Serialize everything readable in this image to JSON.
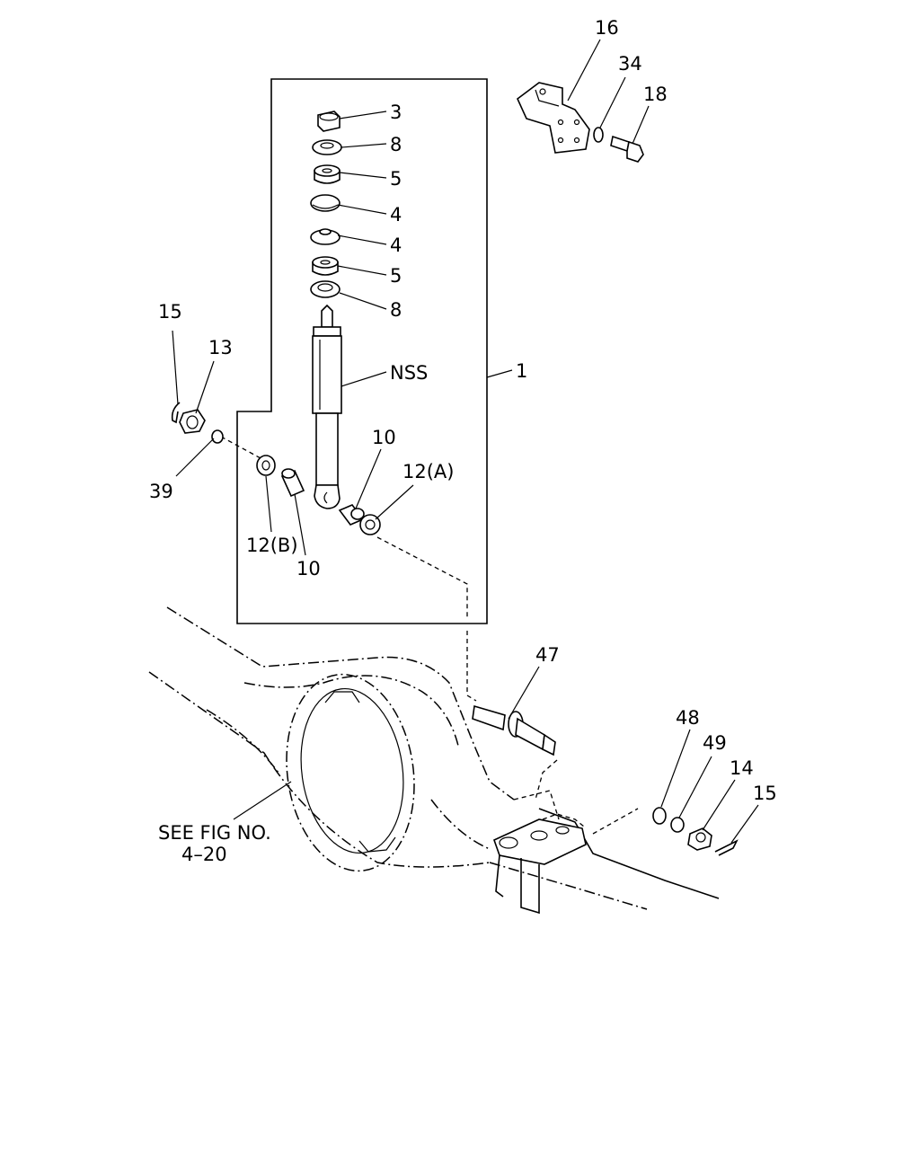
{
  "labels": {
    "p3": "3",
    "p8a": "8",
    "p5a": "5",
    "p4a": "4",
    "p4b": "4",
    "p5b": "5",
    "p8b": "8",
    "nss": "NSS",
    "p1": "1",
    "p15a": "15",
    "p13": "13",
    "p39": "39",
    "p10a": "10",
    "p12a": "12(A)",
    "p12b": "12(B)",
    "p10b": "10",
    "p16": "16",
    "p34": "34",
    "p18": "18",
    "p47": "47",
    "p48": "48",
    "p49": "49",
    "p14": "14",
    "p15b": "15",
    "see_fig_line1": "SEE FIG NO.",
    "see_fig_line2": "4–20"
  }
}
